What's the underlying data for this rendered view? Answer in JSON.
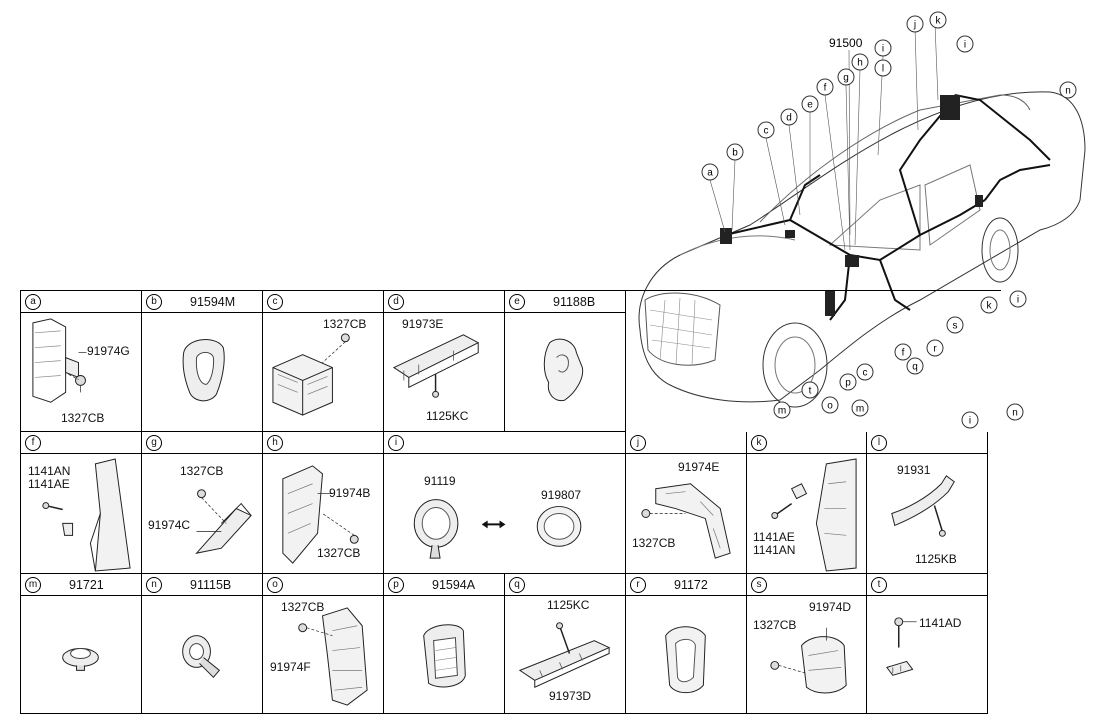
{
  "overview": {
    "part_number": "91500",
    "callouts": [
      "a",
      "b",
      "c",
      "d",
      "e",
      "f",
      "g",
      "h",
      "i",
      "j",
      "k",
      "l",
      "i",
      "n",
      "n",
      "i",
      "s",
      "r",
      "q",
      "f",
      "c",
      "p",
      "o",
      "t",
      "m",
      "m",
      "k",
      "i"
    ]
  },
  "row1": [
    {
      "letter": "a",
      "pn": "",
      "labels": [
        "91974G",
        "1327CB"
      ]
    },
    {
      "letter": "b",
      "pn": "91594M",
      "labels": []
    },
    {
      "letter": "c",
      "pn": "",
      "labels": [
        "1327CB"
      ]
    },
    {
      "letter": "d",
      "pn": "",
      "labels": [
        "91973E",
        "1125KC"
      ]
    },
    {
      "letter": "e",
      "pn": "91188B",
      "labels": []
    }
  ],
  "row2": [
    {
      "letter": "f",
      "pn": "",
      "labels": [
        "1141AN",
        "1141AE"
      ]
    },
    {
      "letter": "g",
      "pn": "",
      "labels": [
        "1327CB",
        "91974C"
      ]
    },
    {
      "letter": "h",
      "pn": "",
      "labels": [
        "91974B",
        "1327CB"
      ]
    },
    {
      "letter": "i",
      "pn": "",
      "labels": [
        "91119",
        "919807"
      ]
    },
    {
      "letter": "j",
      "pn": "",
      "labels": [
        "91974E",
        "1327CB"
      ]
    },
    {
      "letter": "k",
      "pn": "",
      "labels": [
        "1141AE",
        "1141AN"
      ]
    },
    {
      "letter": "l",
      "pn": "",
      "labels": [
        "91931",
        "1125KB"
      ]
    }
  ],
  "row3": [
    {
      "letter": "m",
      "pn": "91721",
      "labels": []
    },
    {
      "letter": "n",
      "pn": "91115B",
      "labels": []
    },
    {
      "letter": "o",
      "pn": "",
      "labels": [
        "1327CB",
        "91974F"
      ]
    },
    {
      "letter": "p",
      "pn": "91594A",
      "labels": []
    },
    {
      "letter": "q",
      "pn": "",
      "labels": [
        "1125KC",
        "91973D"
      ]
    },
    {
      "letter": "r",
      "pn": "91172",
      "labels": []
    },
    {
      "letter": "s",
      "pn": "",
      "labels": [
        "1327CB",
        "91974D"
      ]
    },
    {
      "letter": "t",
      "pn": "",
      "labels": [
        "1141AD"
      ]
    }
  ]
}
